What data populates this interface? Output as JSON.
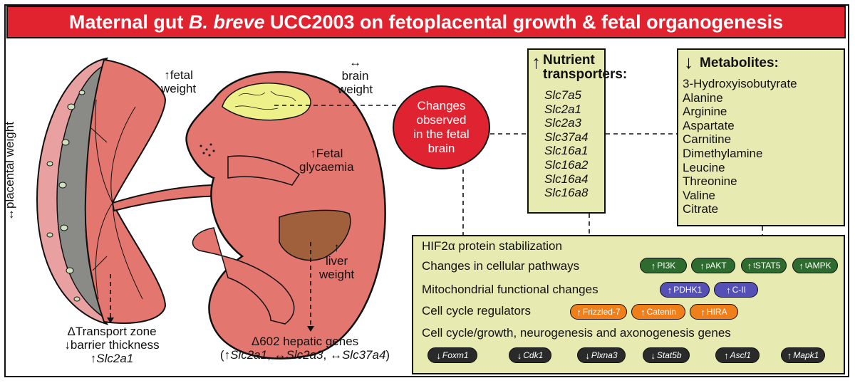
{
  "title": {
    "part1": "Maternal gut ",
    "species": "B. breve",
    "part2": " UCC2003 on fetoplacental growth & fetal organogenesis"
  },
  "labels": {
    "placental_weight": "↔placental weight",
    "fetal_weight_1": "↑fetal",
    "fetal_weight_2": "weight",
    "brain_weight_1": "↔",
    "brain_weight_2": "brain",
    "brain_weight_3": "weight",
    "glycaemia_1": "↑Fetal",
    "glycaemia_2": "glycaemia",
    "liver_1": "↑",
    "liver_2": "liver",
    "liver_3": "weight",
    "placenta_1": "ΔTransport zone",
    "placenta_2": "↓barrier thickness",
    "placenta_3_arrow": "↑",
    "placenta_3_gene": "Slc2a1",
    "hepatic_1": "Δ602 hepatic genes",
    "hepatic_2_open": "(↑",
    "hepatic_2_g1": "Slc2a1",
    "hepatic_2_sep1": ", ↔",
    "hepatic_2_g2": "Slc2a3",
    "hepatic_2_sep2": ", ↔",
    "hepatic_2_g3": "Slc37a4",
    "hepatic_2_close": ")"
  },
  "brain_circle": {
    "line1": "Changes",
    "line2": "observed",
    "line3": "in the fetal",
    "line4": "brain"
  },
  "nutrient_box": {
    "arrow": "↑",
    "title1": "Nutrient",
    "title2": "transporters:",
    "genes": [
      "Slc7a5",
      "Slc2a1",
      "Slc2a3",
      "Slc37a4",
      "Slc16a1",
      "Slc16a2",
      "Slc16a4",
      "Slc16a8"
    ]
  },
  "metabolites_box": {
    "arrow": "↓",
    "title": "Metabolites:",
    "items": [
      "3-Hydroxyisobutyrate",
      "Alanine",
      "Arginine",
      "Aspartate",
      "Carnitine",
      "Dimethylamine",
      "Leucine",
      "Threonine",
      "Valine",
      "Citrate"
    ]
  },
  "changes_box": {
    "rows": [
      "HIF2α protein stabilization",
      "Changes in cellular pathways",
      "Mitochondrial functional changes",
      "Cell cycle regulators",
      "Cell cycle/growth, neurogenesis and axonogenesis genes"
    ],
    "pathways": [
      {
        "arrow": "↑",
        "sup": "",
        "name": "PI3K"
      },
      {
        "arrow": "↑",
        "sup": "p",
        "name": "AKT"
      },
      {
        "arrow": "↑",
        "sup": "t",
        "name": "STAT5"
      },
      {
        "arrow": "↑",
        "sup": "t",
        "name": "AMPK"
      }
    ],
    "mito": [
      {
        "arrow": "↑",
        "name": "PDHK1"
      },
      {
        "arrow": "↑",
        "name": "C-II"
      }
    ],
    "regulators": [
      {
        "arrow": "↑",
        "name": "Frizzled-7"
      },
      {
        "arrow": "↑",
        "name": "Catenin"
      },
      {
        "arrow": "↑",
        "name": "HIRA"
      }
    ],
    "genes": [
      {
        "arrow": "↓",
        "name": "Foxm1"
      },
      {
        "arrow": "↓",
        "name": "Cdk1"
      },
      {
        "arrow": "↓",
        "name": "Plxna3"
      },
      {
        "arrow": "↓",
        "name": "Stat5b"
      },
      {
        "arrow": "↑",
        "name": "Ascl1"
      },
      {
        "arrow": "↑",
        "name": "Mapk1"
      }
    ]
  },
  "colors": {
    "title_red": "#e1232f",
    "box_fill": "#e8ebb1",
    "fetus_pink": "#e3766f",
    "brain_yellow": "#eef08a",
    "liver_brown": "#a0603c",
    "placenta_grey": "#8a8a86",
    "pathway_green": "#2e6b2e",
    "mito_blue": "#5550b5",
    "regulator_orange": "#ef7f1a",
    "gene_dark": "#2a2a2a"
  }
}
